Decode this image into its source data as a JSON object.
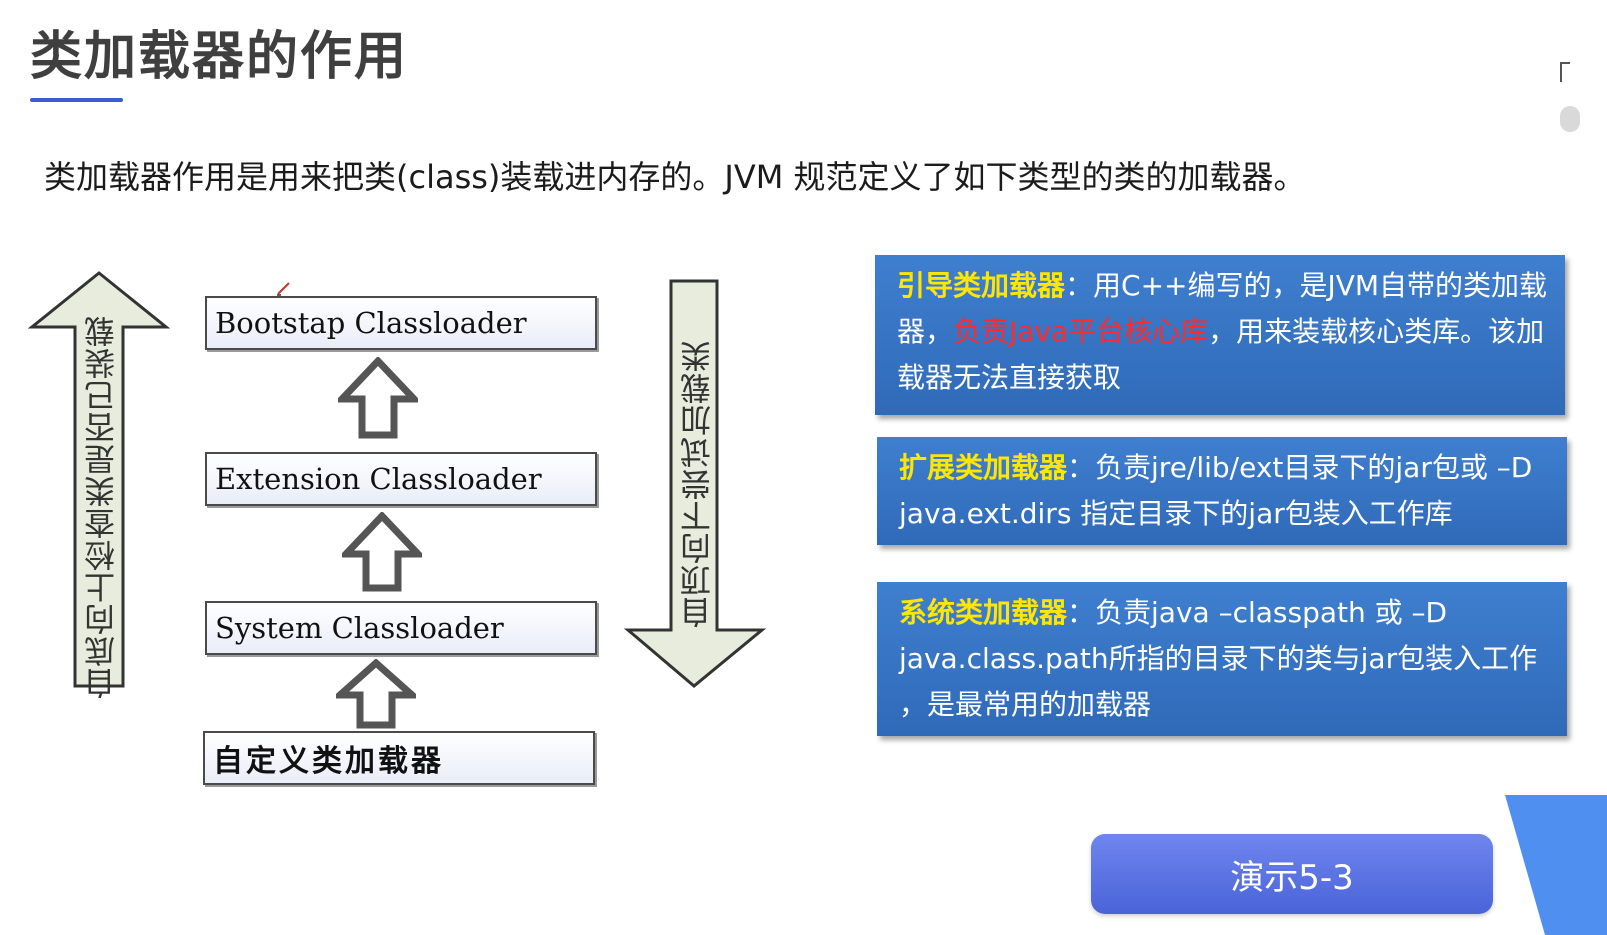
{
  "title": "类加载器的作用",
  "intro": "类加载器作用是用来把类(class)装载进内存的。JVM 规范定义了如下类型的类的加载器。",
  "diagram": {
    "left_arrow_label": "自底向上检查类是否已装载",
    "right_arrow_label": "自顶向下尝试加载类",
    "loaders": [
      "Bootstap Classloader",
      "Extension Classloader",
      "System Classloader",
      "自定义类加载器"
    ]
  },
  "cards": {
    "bootstrap": {
      "heading": "引导类加载器",
      "text1": "：用C++编写的，是JVM自带的类加载器，",
      "red": "负责Java平台核心库",
      "text2": "，用来装载核心类库。该加载器无法直接获取"
    },
    "extension": {
      "heading": "扩展类加载器",
      "text": "：负责jre/lib/ext目录下的jar包或 –D java.ext.dirs 指定目录下的jar包装入工作库"
    },
    "system": {
      "heading": "系统类加载器",
      "text": "：负责java –classpath 或 –D java.class.path所指的目录下的类与jar包装入工作 ，是最常用的加载器"
    }
  },
  "demo_button": "演示5-3",
  "colors": {
    "accent": "#3b5bd3",
    "card_blue": "#3572c2",
    "card_heading": "#ffe600",
    "card_highlight": "#ff2a2a",
    "button": "#5c74e2"
  }
}
